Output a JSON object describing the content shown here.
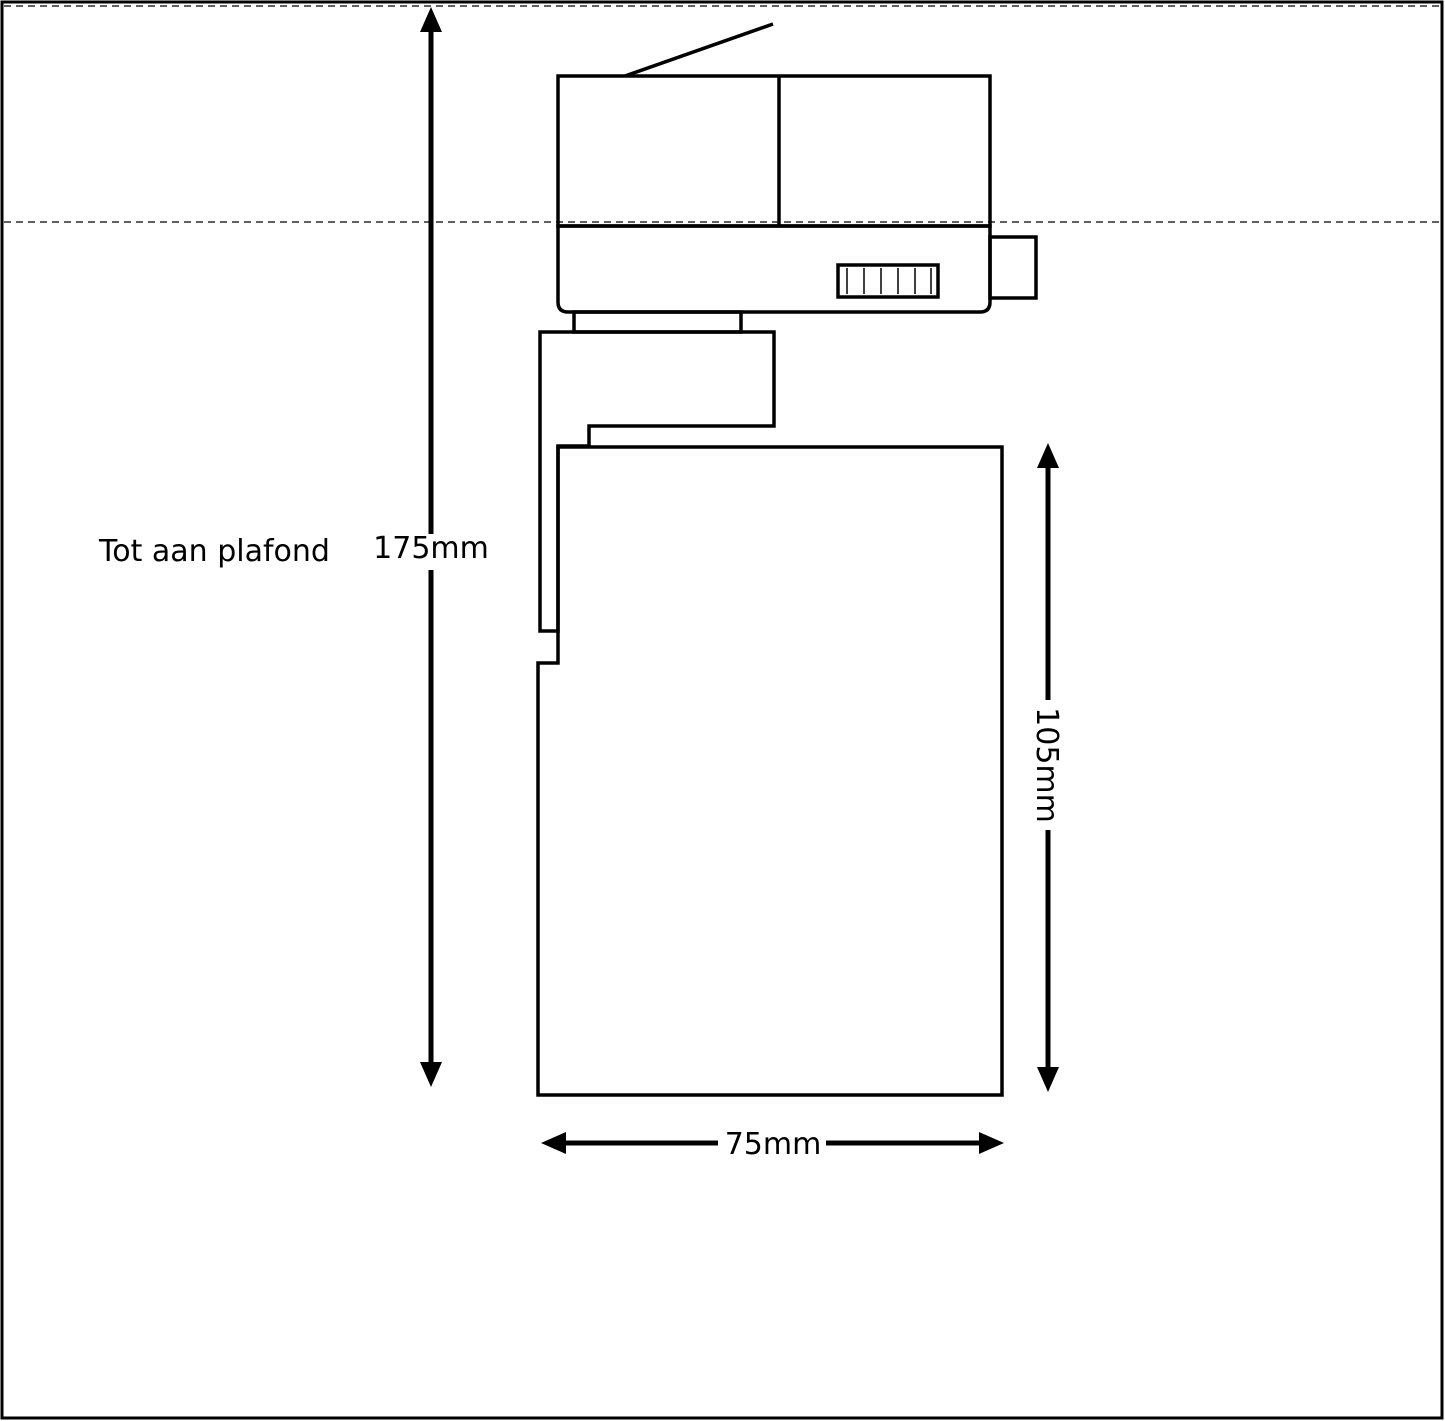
{
  "labels": {
    "ceiling": "Tot aan plafond",
    "total_height": "175mm",
    "body_height": "105mm",
    "body_width": "75mm"
  }
}
